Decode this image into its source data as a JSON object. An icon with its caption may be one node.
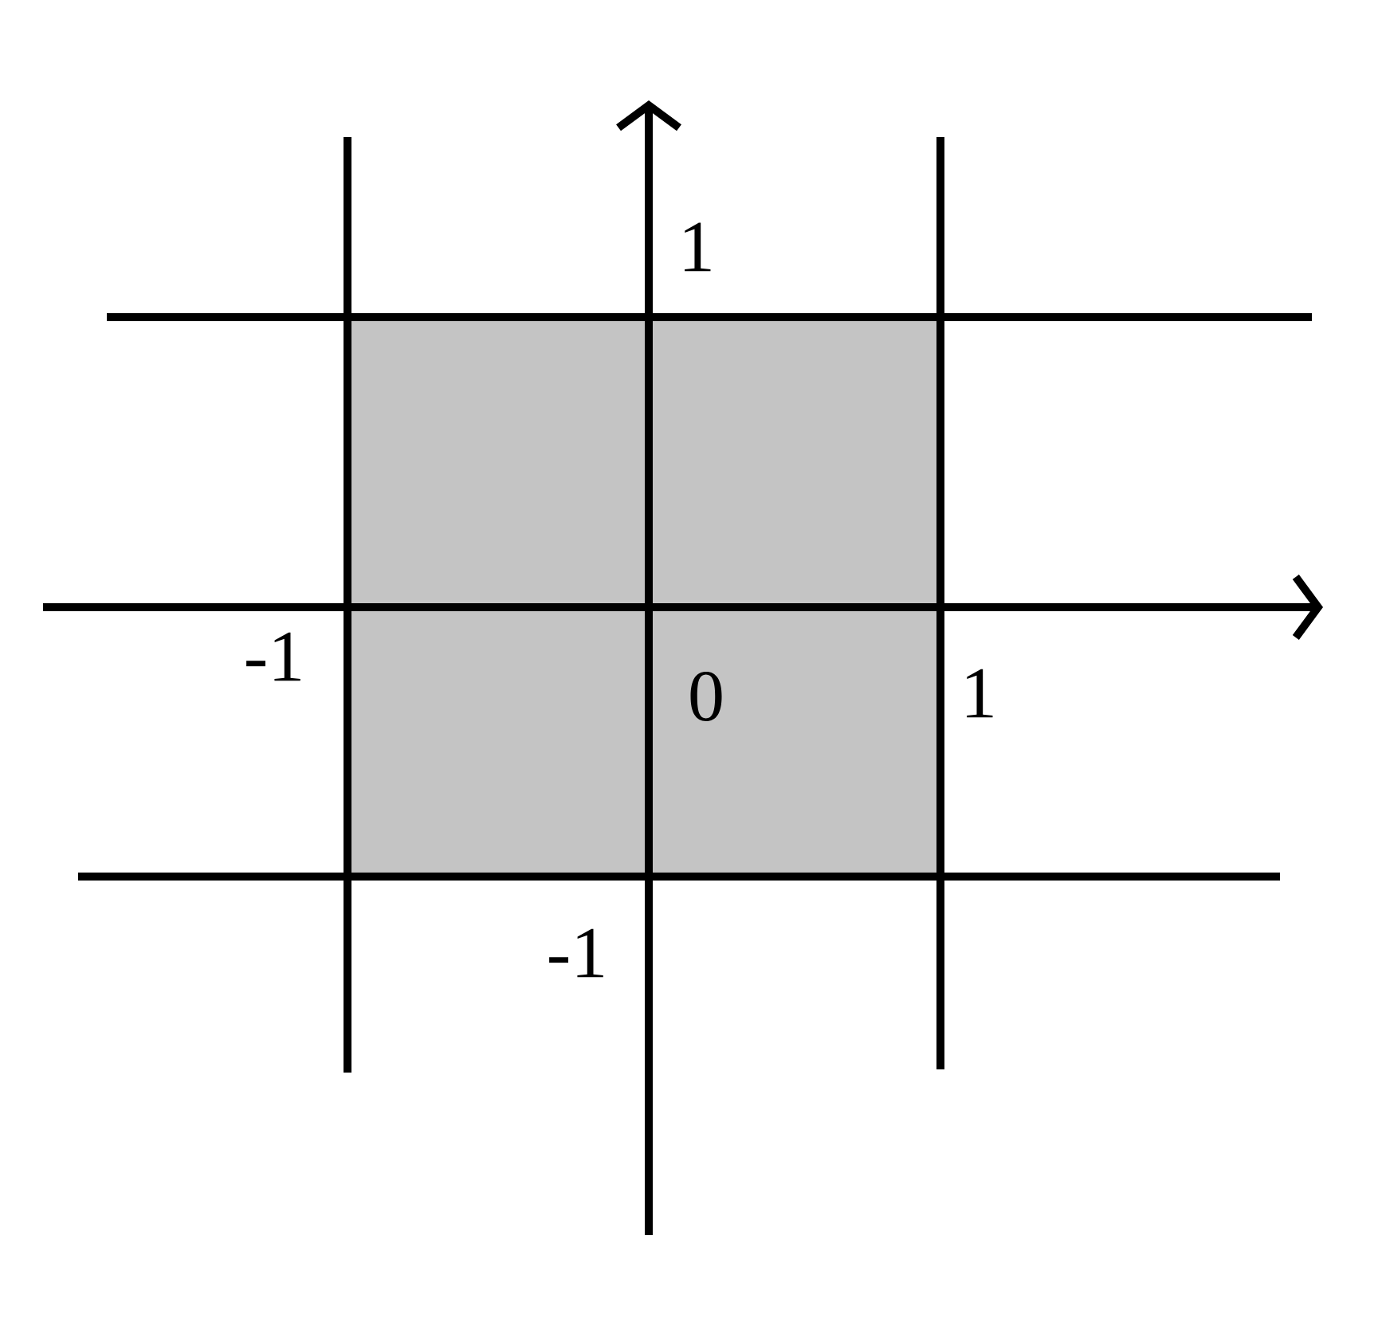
{
  "diagram": {
    "labels": [
      "1",
      "-1",
      "0",
      "1",
      "-1"
    ]
  }
}
